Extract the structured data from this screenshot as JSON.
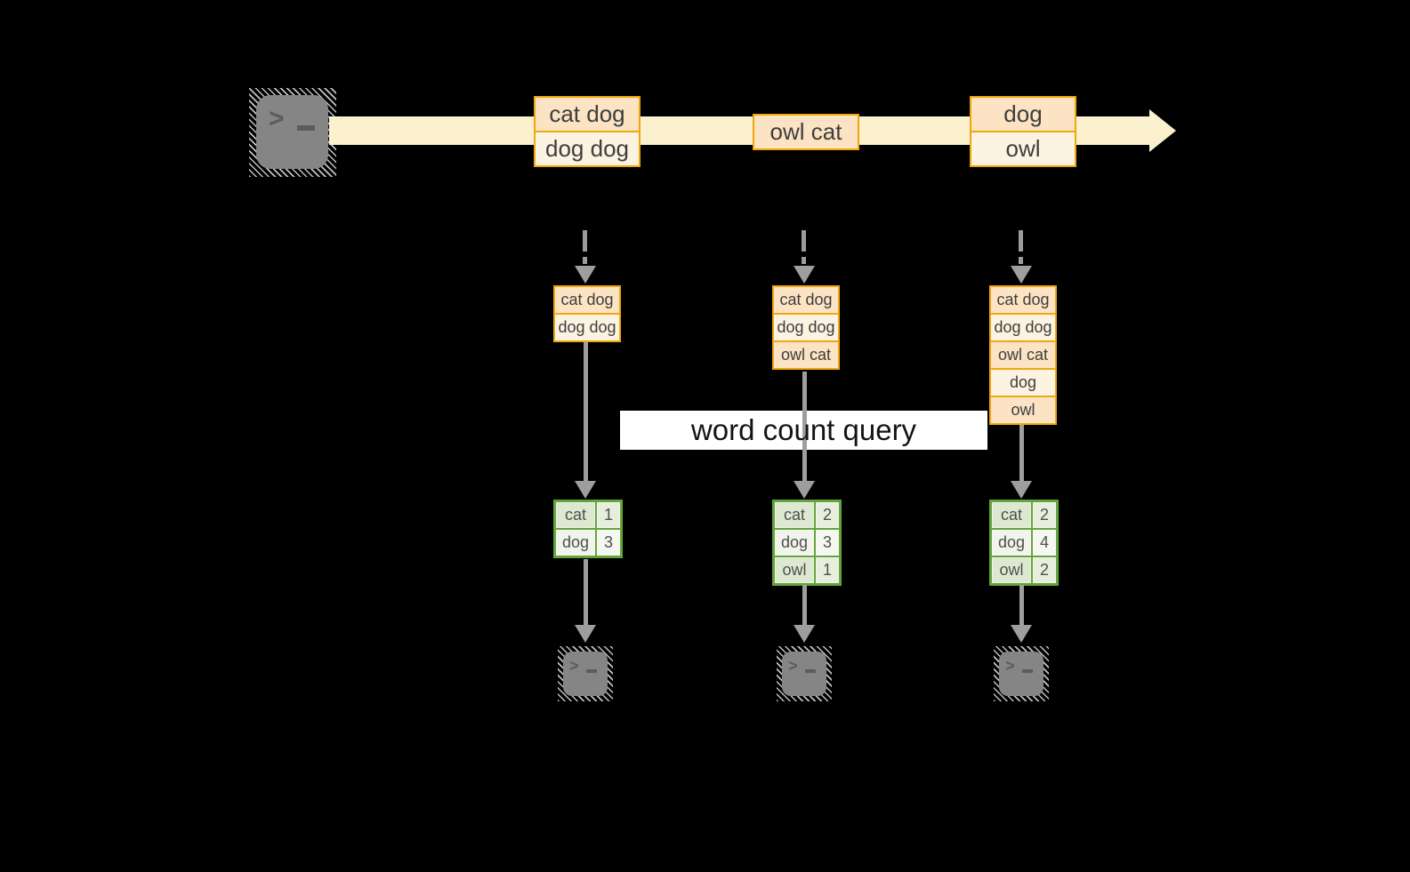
{
  "colors": {
    "background": "#000000",
    "stream_band": "#fbf1cf",
    "orange_border": "#f0a70e",
    "peach_fill": "#fbe3c3",
    "cream_fill": "#fdf3e2",
    "green_border": "#64a43c",
    "green_cell": "#dde8d1",
    "green_cell_light": "#f0f4ea",
    "arrow_gray": "#9e9e9e",
    "terminal_gray": "#858585",
    "label_background": "#ffffff"
  },
  "source_terminal": {
    "glyph": ">"
  },
  "stream_boxes": [
    {
      "rows": [
        {
          "text": "cat dog"
        },
        {
          "text": "dog dog"
        }
      ]
    },
    {
      "rows": [
        {
          "text": "owl cat"
        }
      ]
    },
    {
      "rows": [
        {
          "text": "dog"
        },
        {
          "text": "owl"
        }
      ]
    }
  ],
  "buffers": [
    {
      "rows": [
        {
          "text": "cat dog"
        },
        {
          "text": "dog dog"
        }
      ]
    },
    {
      "rows": [
        {
          "text": "cat dog"
        },
        {
          "text": "dog dog"
        },
        {
          "text": "owl cat"
        }
      ]
    },
    {
      "rows": [
        {
          "text": "cat dog"
        },
        {
          "text": "dog dog"
        },
        {
          "text": "owl cat"
        },
        {
          "text": "dog"
        },
        {
          "text": "owl"
        }
      ]
    }
  ],
  "query_label": {
    "text": "word count query"
  },
  "count_tables": [
    {
      "rows": [
        {
          "word": "cat",
          "count": "1"
        },
        {
          "word": "dog",
          "count": "3"
        }
      ]
    },
    {
      "rows": [
        {
          "word": "cat",
          "count": "2"
        },
        {
          "word": "dog",
          "count": "3"
        },
        {
          "word": "owl",
          "count": "1"
        }
      ]
    },
    {
      "rows": [
        {
          "word": "cat",
          "count": "2"
        },
        {
          "word": "dog",
          "count": "4"
        },
        {
          "word": "owl",
          "count": "2"
        }
      ]
    }
  ],
  "sink_terminals": [
    {
      "glyph": ">"
    },
    {
      "glyph": ">"
    },
    {
      "glyph": ">"
    }
  ]
}
